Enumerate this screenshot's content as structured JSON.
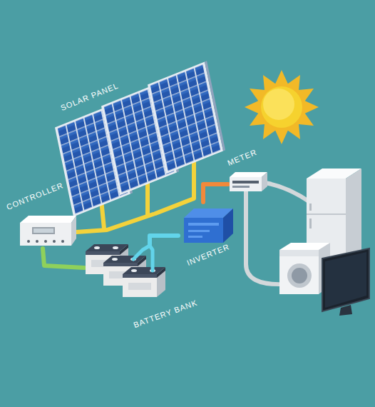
{
  "diagram": {
    "nodes": [
      {
        "text": [
          "SOLAR PANEL"
        ]
      },
      {
        "text": [
          "METER"
        ]
      },
      {
        "text": [
          "CONTROLLER"
        ]
      },
      {
        "text": [
          "INVERTER"
        ]
      },
      {
        "text": [
          "BATTERY BANK"
        ]
      }
    ],
    "edges": [
      {
        "from": 0,
        "to": 2,
        "arrow": "none"
      },
      {
        "from": 2,
        "to": 4,
        "arrow": "none"
      },
      {
        "from": 4,
        "to": 3,
        "arrow": "none"
      },
      {
        "from": 3,
        "to": 1,
        "arrow": "none"
      }
    ]
  }
}
